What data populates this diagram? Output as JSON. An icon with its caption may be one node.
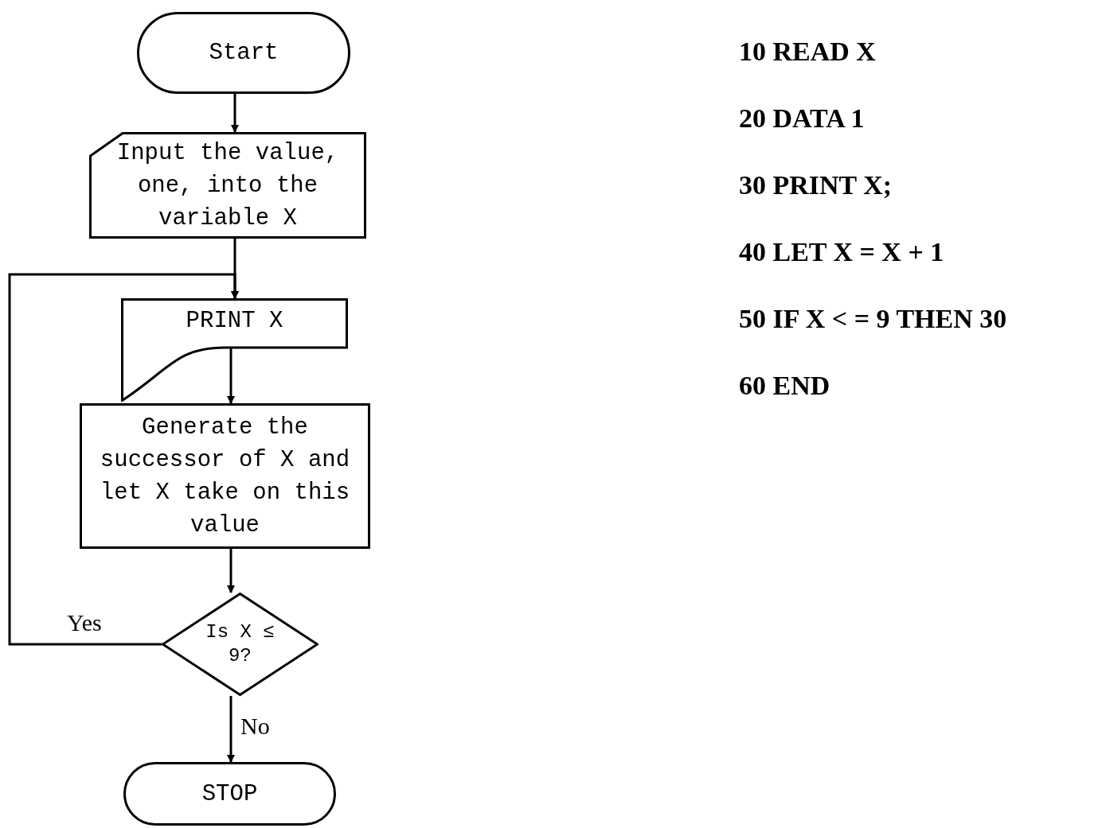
{
  "diagram": {
    "nodes": [
      {
        "text": [
          "Start"
        ]
      },
      {
        "text": [
          "Input the value, one, into the variable X"
        ]
      },
      {
        "text": [
          "PRINT X"
        ]
      },
      {
        "text": [
          "Generate the successor of X and let X take on this value"
        ]
      },
      {
        "text": [
          "Is X ≤ 9?"
        ]
      },
      {
        "text": [
          "STOP"
        ]
      }
    ],
    "edges": [
      {
        "from": 0,
        "to": 1,
        "arrow": "to"
      },
      {
        "from": 1,
        "to": 2,
        "arrow": "to"
      },
      {
        "from": 2,
        "to": 3,
        "arrow": "to"
      },
      {
        "from": 3,
        "to": 4,
        "arrow": "to"
      },
      {
        "from": 4,
        "to": 2,
        "arrow": "to",
        "label": "Yes"
      },
      {
        "from": 4,
        "to": 5,
        "arrow": "to",
        "label": "No"
      }
    ],
    "labels": [
      "10 READ X",
      "20 DATA 1",
      "30 PRINT X;",
      "40 LET X = X + 1",
      "50 IF X < = 9 THEN 30",
      "60 END"
    ]
  }
}
